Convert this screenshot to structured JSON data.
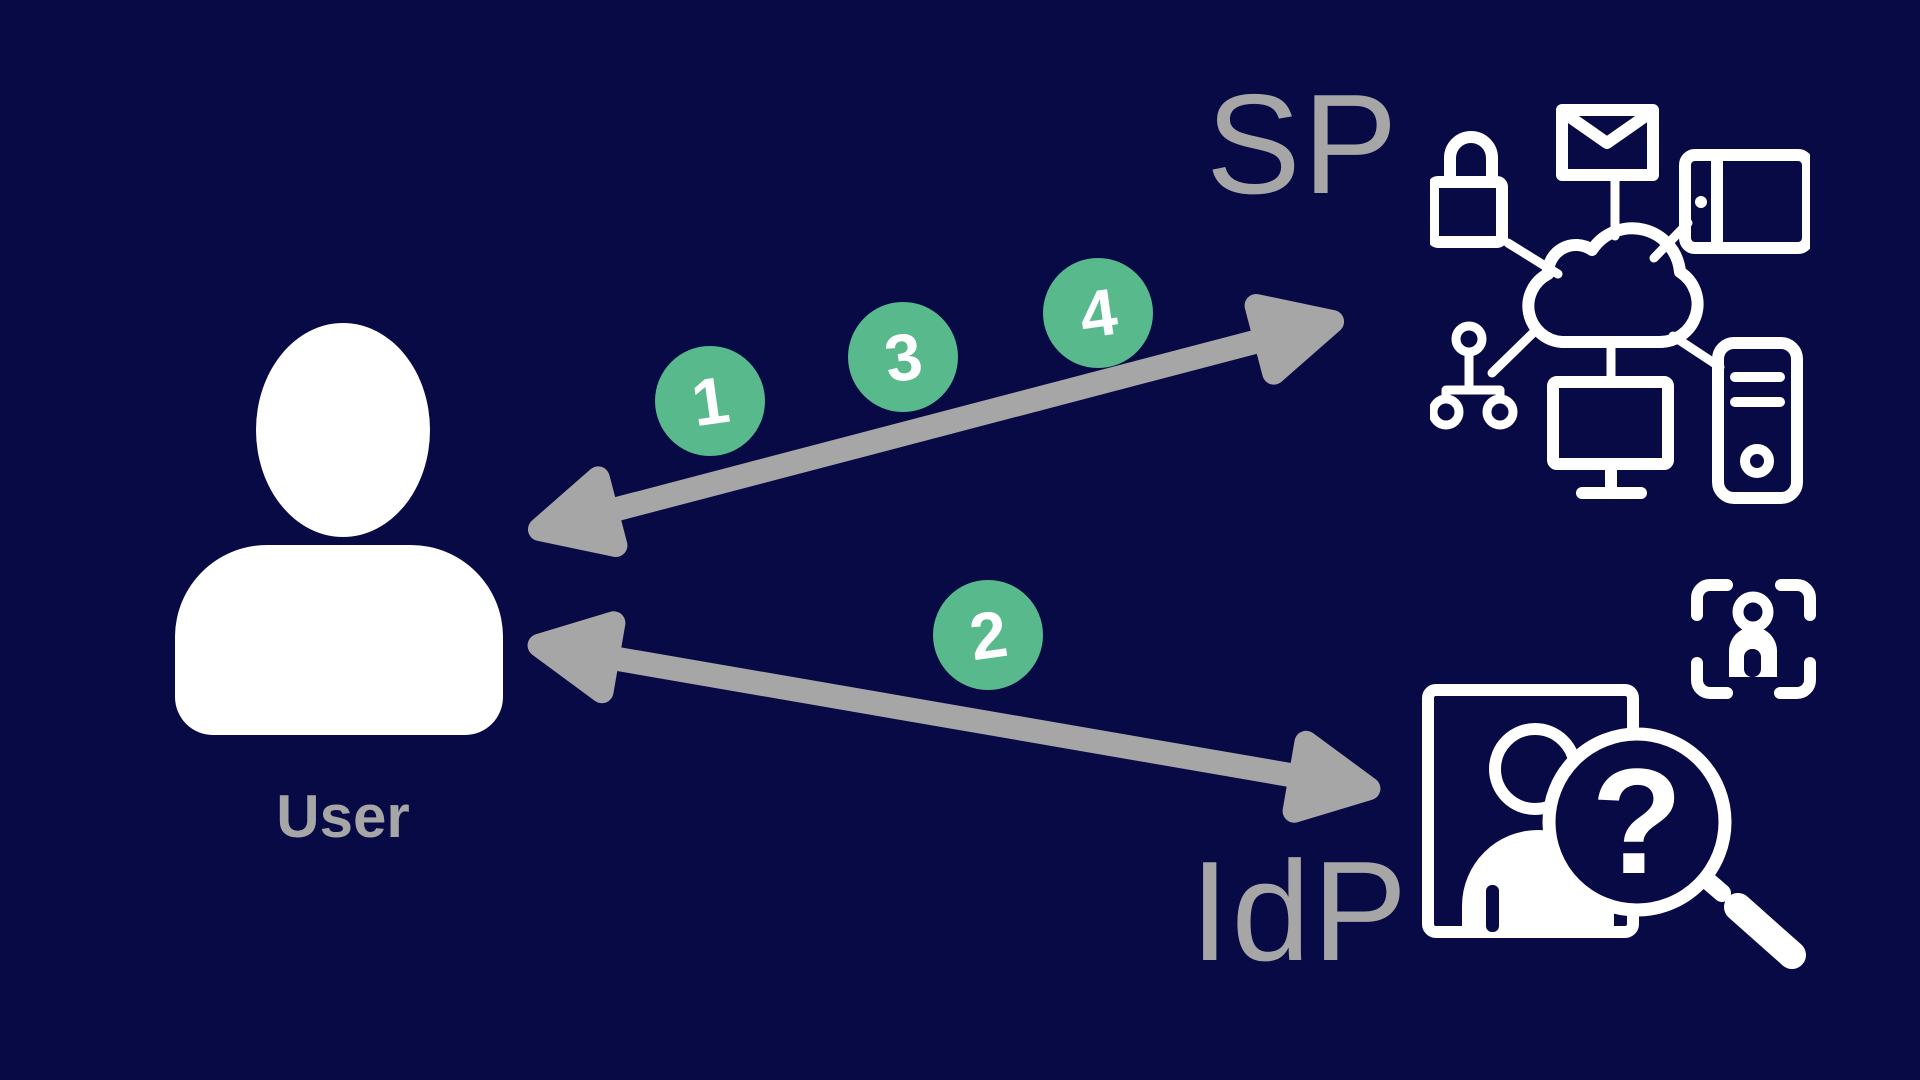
{
  "colors": {
    "background": "#080A46",
    "step_badge_green": "#57B98C",
    "arrow_and_label_gray": "#A6A6A6",
    "icon_white": "#FFFFFF"
  },
  "entities": {
    "user": {
      "label": "User",
      "icon": "user-silhouette-icon"
    },
    "service_provider": {
      "label": "SP",
      "icon": "cloud-services-network-icon"
    },
    "identity_provider": {
      "label": "IdP",
      "icon": "identity-search-icon",
      "badge_icon": "face-scan-icon",
      "question_mark": "?"
    }
  },
  "steps": [
    {
      "number": "1"
    },
    {
      "number": "2"
    },
    {
      "number": "3"
    },
    {
      "number": "4"
    }
  ],
  "flows": [
    {
      "between": [
        "User",
        "SP"
      ],
      "style": "double-arrow"
    },
    {
      "between": [
        "User",
        "IdP"
      ],
      "style": "double-arrow"
    }
  ]
}
